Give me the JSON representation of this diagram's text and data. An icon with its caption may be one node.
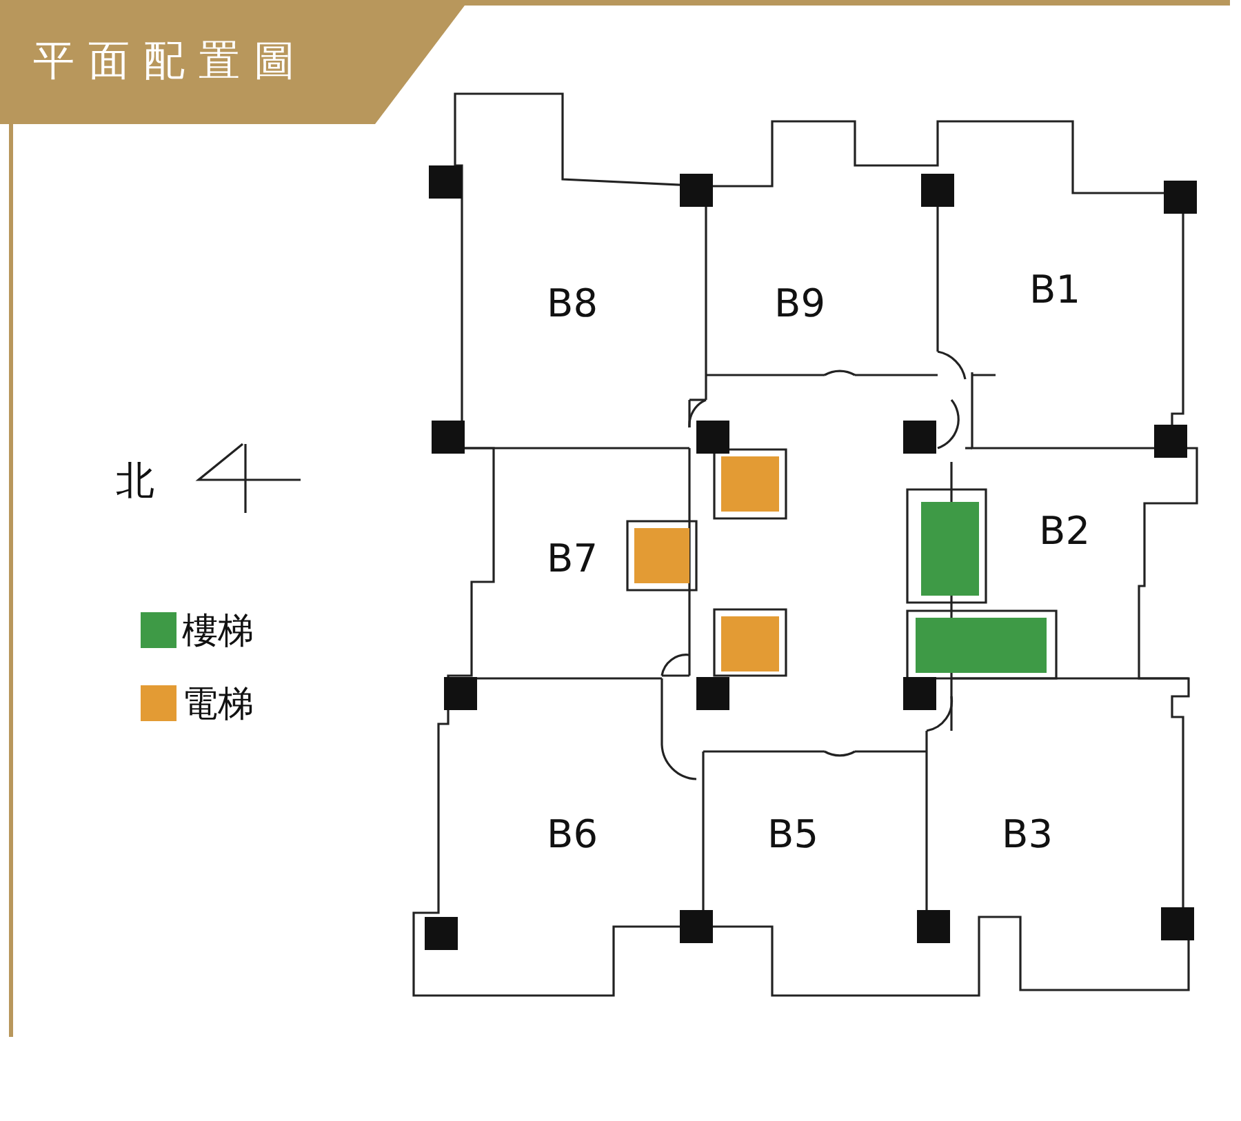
{
  "diagram": {
    "title": "平面配置圖",
    "nodes": [
      {
        "text": [
          "B8"
        ]
      },
      {
        "text": [
          "B9"
        ]
      },
      {
        "text": [
          "B1"
        ]
      },
      {
        "text": [
          "B7"
        ]
      },
      {
        "text": [
          "B2"
        ]
      },
      {
        "text": [
          "B6"
        ]
      },
      {
        "text": [
          "B5"
        ]
      },
      {
        "text": [
          "B3"
        ]
      }
    ],
    "labels": [
      "北"
    ],
    "legend": [
      {
        "text": "樓梯",
        "color": "#3e9a46"
      },
      {
        "text": "電梯",
        "color": "#e39b34"
      }
    ]
  }
}
